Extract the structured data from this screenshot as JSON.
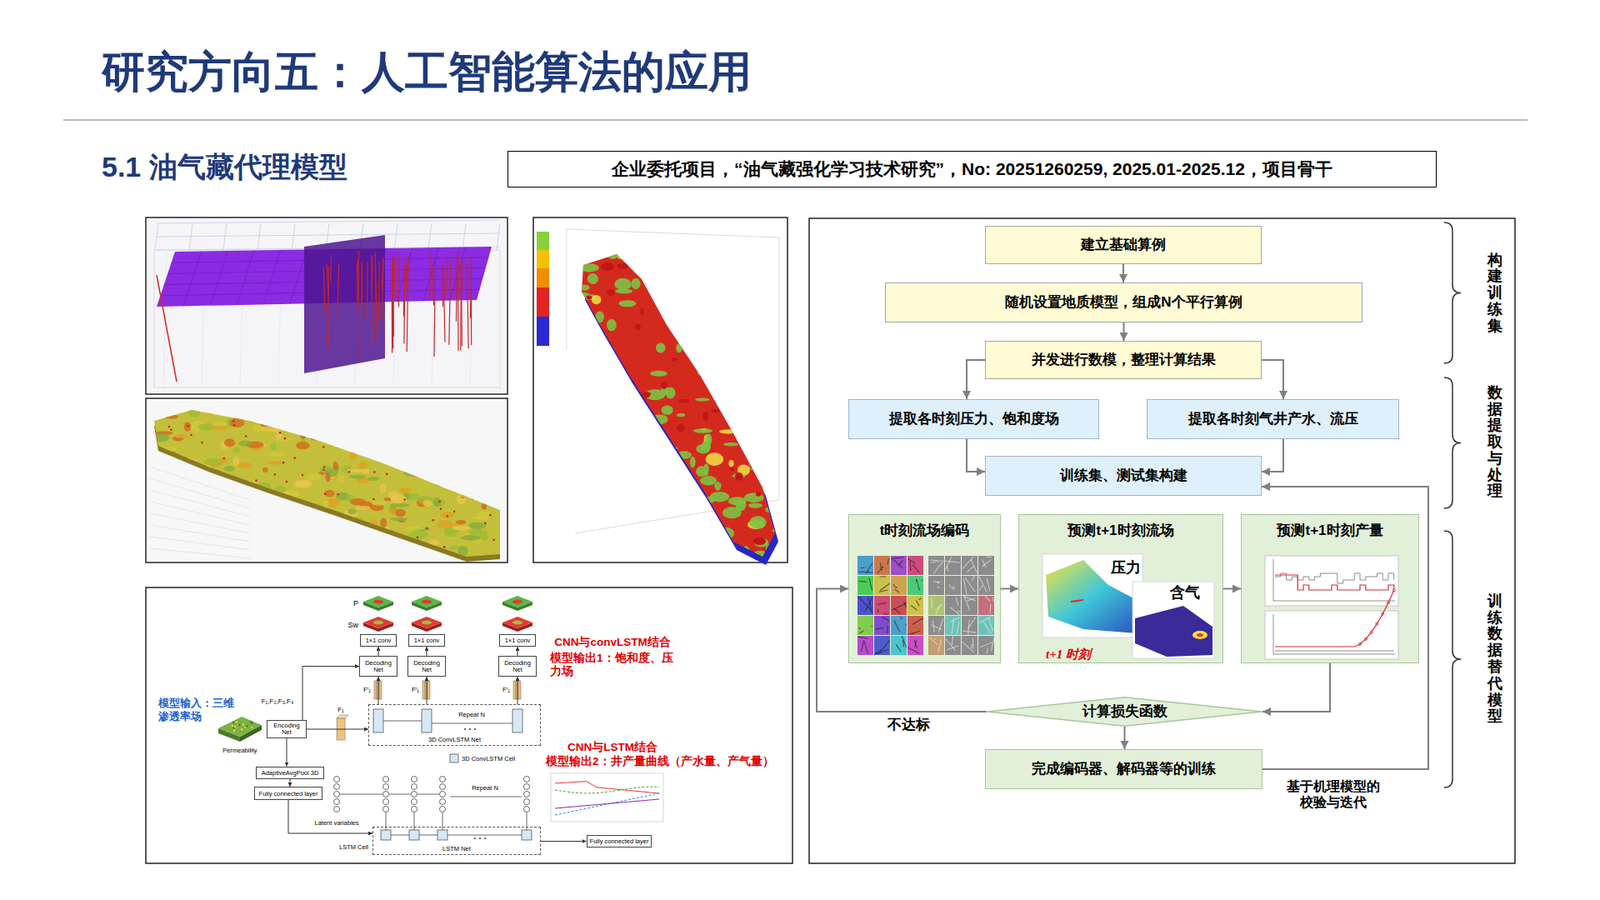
{
  "diagram": {
    "title": "研究方向五：人工智能算法的应用",
    "nodes": [
      {
        "text": [
          "企业委托项目，“油气藏强化学习技术研究”，No: 20251260259, 2025.01-2025.12，项目骨干"
        ]
      },
      {
        "text": [
          "1×1 conv"
        ]
      },
      {
        "text": [
          "1×1 conv"
        ]
      },
      {
        "text": [
          "1×1 conv"
        ]
      },
      {
        "text": [
          "Decoding Net"
        ]
      },
      {
        "text": [
          "Decoding Net"
        ]
      },
      {
        "text": [
          "Decoding Net"
        ]
      },
      {
        "text": [
          "Encoding Net"
        ]
      },
      {
        "text": [
          "3D ConvLSTM Net"
        ]
      },
      {
        "text": [
          "AdaptiveAvgPool 3D"
        ]
      },
      {
        "text": [
          "Fully connected layer"
        ]
      },
      {
        "text": [
          "LSTM Net"
        ]
      },
      {
        "text": [
          "Fully connected layer"
        ]
      },
      {
        "text": [
          "建立基础算例"
        ]
      },
      {
        "text": [
          "随机设置地质模型，组成N个平行算例"
        ]
      },
      {
        "text": [
          "并发进行数模，整理计算结果"
        ]
      },
      {
        "text": [
          "提取各时刻压力、饱和度场"
        ]
      },
      {
        "text": [
          "提取各时刻气井产水、流压"
        ]
      },
      {
        "text": [
          "训练集、测试集构建"
        ]
      },
      {
        "text": [
          "t时刻流场编码"
        ]
      },
      {
        "text": [
          "预测t+1时刻流场"
        ]
      },
      {
        "text": [
          "预测t+1时刻产量"
        ]
      },
      {
        "text": [
          "计算损失函数"
        ]
      },
      {
        "text": [
          "完成编码器、解码器等的训练"
        ]
      }
    ],
    "edges": [
      {
        "from": 4,
        "to": 1,
        "arrow": "to"
      },
      {
        "from": 5,
        "to": 2,
        "arrow": "to"
      },
      {
        "from": 6,
        "to": 3,
        "arrow": "to"
      },
      {
        "from": 8,
        "to": 4,
        "arrow": "to"
      },
      {
        "from": 8,
        "to": 5,
        "arrow": "to"
      },
      {
        "from": 8,
        "to": 6,
        "arrow": "to"
      },
      {
        "from": 7,
        "to": 8,
        "arrow": "to"
      },
      {
        "from": 7,
        "to": 4,
        "arrow": "to"
      },
      {
        "from": 7,
        "to": 9,
        "arrow": "to"
      },
      {
        "from": 9,
        "to": 10,
        "arrow": "to"
      },
      {
        "from": 10,
        "to": 11,
        "arrow": "to"
      },
      {
        "from": 11,
        "to": 12,
        "arrow": "to"
      },
      {
        "from": 13,
        "to": 14,
        "arrow": "to"
      },
      {
        "from": 14,
        "to": 15,
        "arrow": "to"
      },
      {
        "from": 15,
        "to": 16,
        "arrow": "to"
      },
      {
        "from": 15,
        "to": 17,
        "arrow": "to"
      },
      {
        "from": 16,
        "to": 18,
        "arrow": "to"
      },
      {
        "from": 17,
        "to": 18,
        "arrow": "to"
      },
      {
        "from": 19,
        "to": 20,
        "arrow": "to"
      },
      {
        "from": 20,
        "to": 21,
        "arrow": "to"
      },
      {
        "from": 21,
        "to": 22,
        "arrow": "to"
      },
      {
        "from": 22,
        "to": 19,
        "label": "不达标",
        "arrow": "to"
      },
      {
        "from": 22,
        "to": 23,
        "arrow": "to"
      },
      {
        "from": 23,
        "to": 18,
        "label": "基于机理模型的 校验与迭代",
        "arrow": "to"
      }
    ],
    "labels": [
      "5.1 油气藏代理模型",
      "P",
      "Sw",
      "F₁,F₂,F₃,F₄",
      "F₁",
      "F′₁",
      "F′₁",
      "F′₁",
      "Repeat N",
      "3D ConvLSTM Cell",
      "Permeability",
      "模型输入：三维渗透率场",
      "Latent variables",
      "Repeat N",
      "LSTM Cell",
      "CNN与convLSTM结合",
      "模型输出1：饱和度、压力场",
      "CNN与LSTM结合",
      "模型输出2：井产量曲线（产水量、产气量）",
      "压力",
      "含气",
      "t+1 时刻",
      "构建训练集",
      "数据提取与处理",
      "训练数据替代模型"
    ]
  }
}
